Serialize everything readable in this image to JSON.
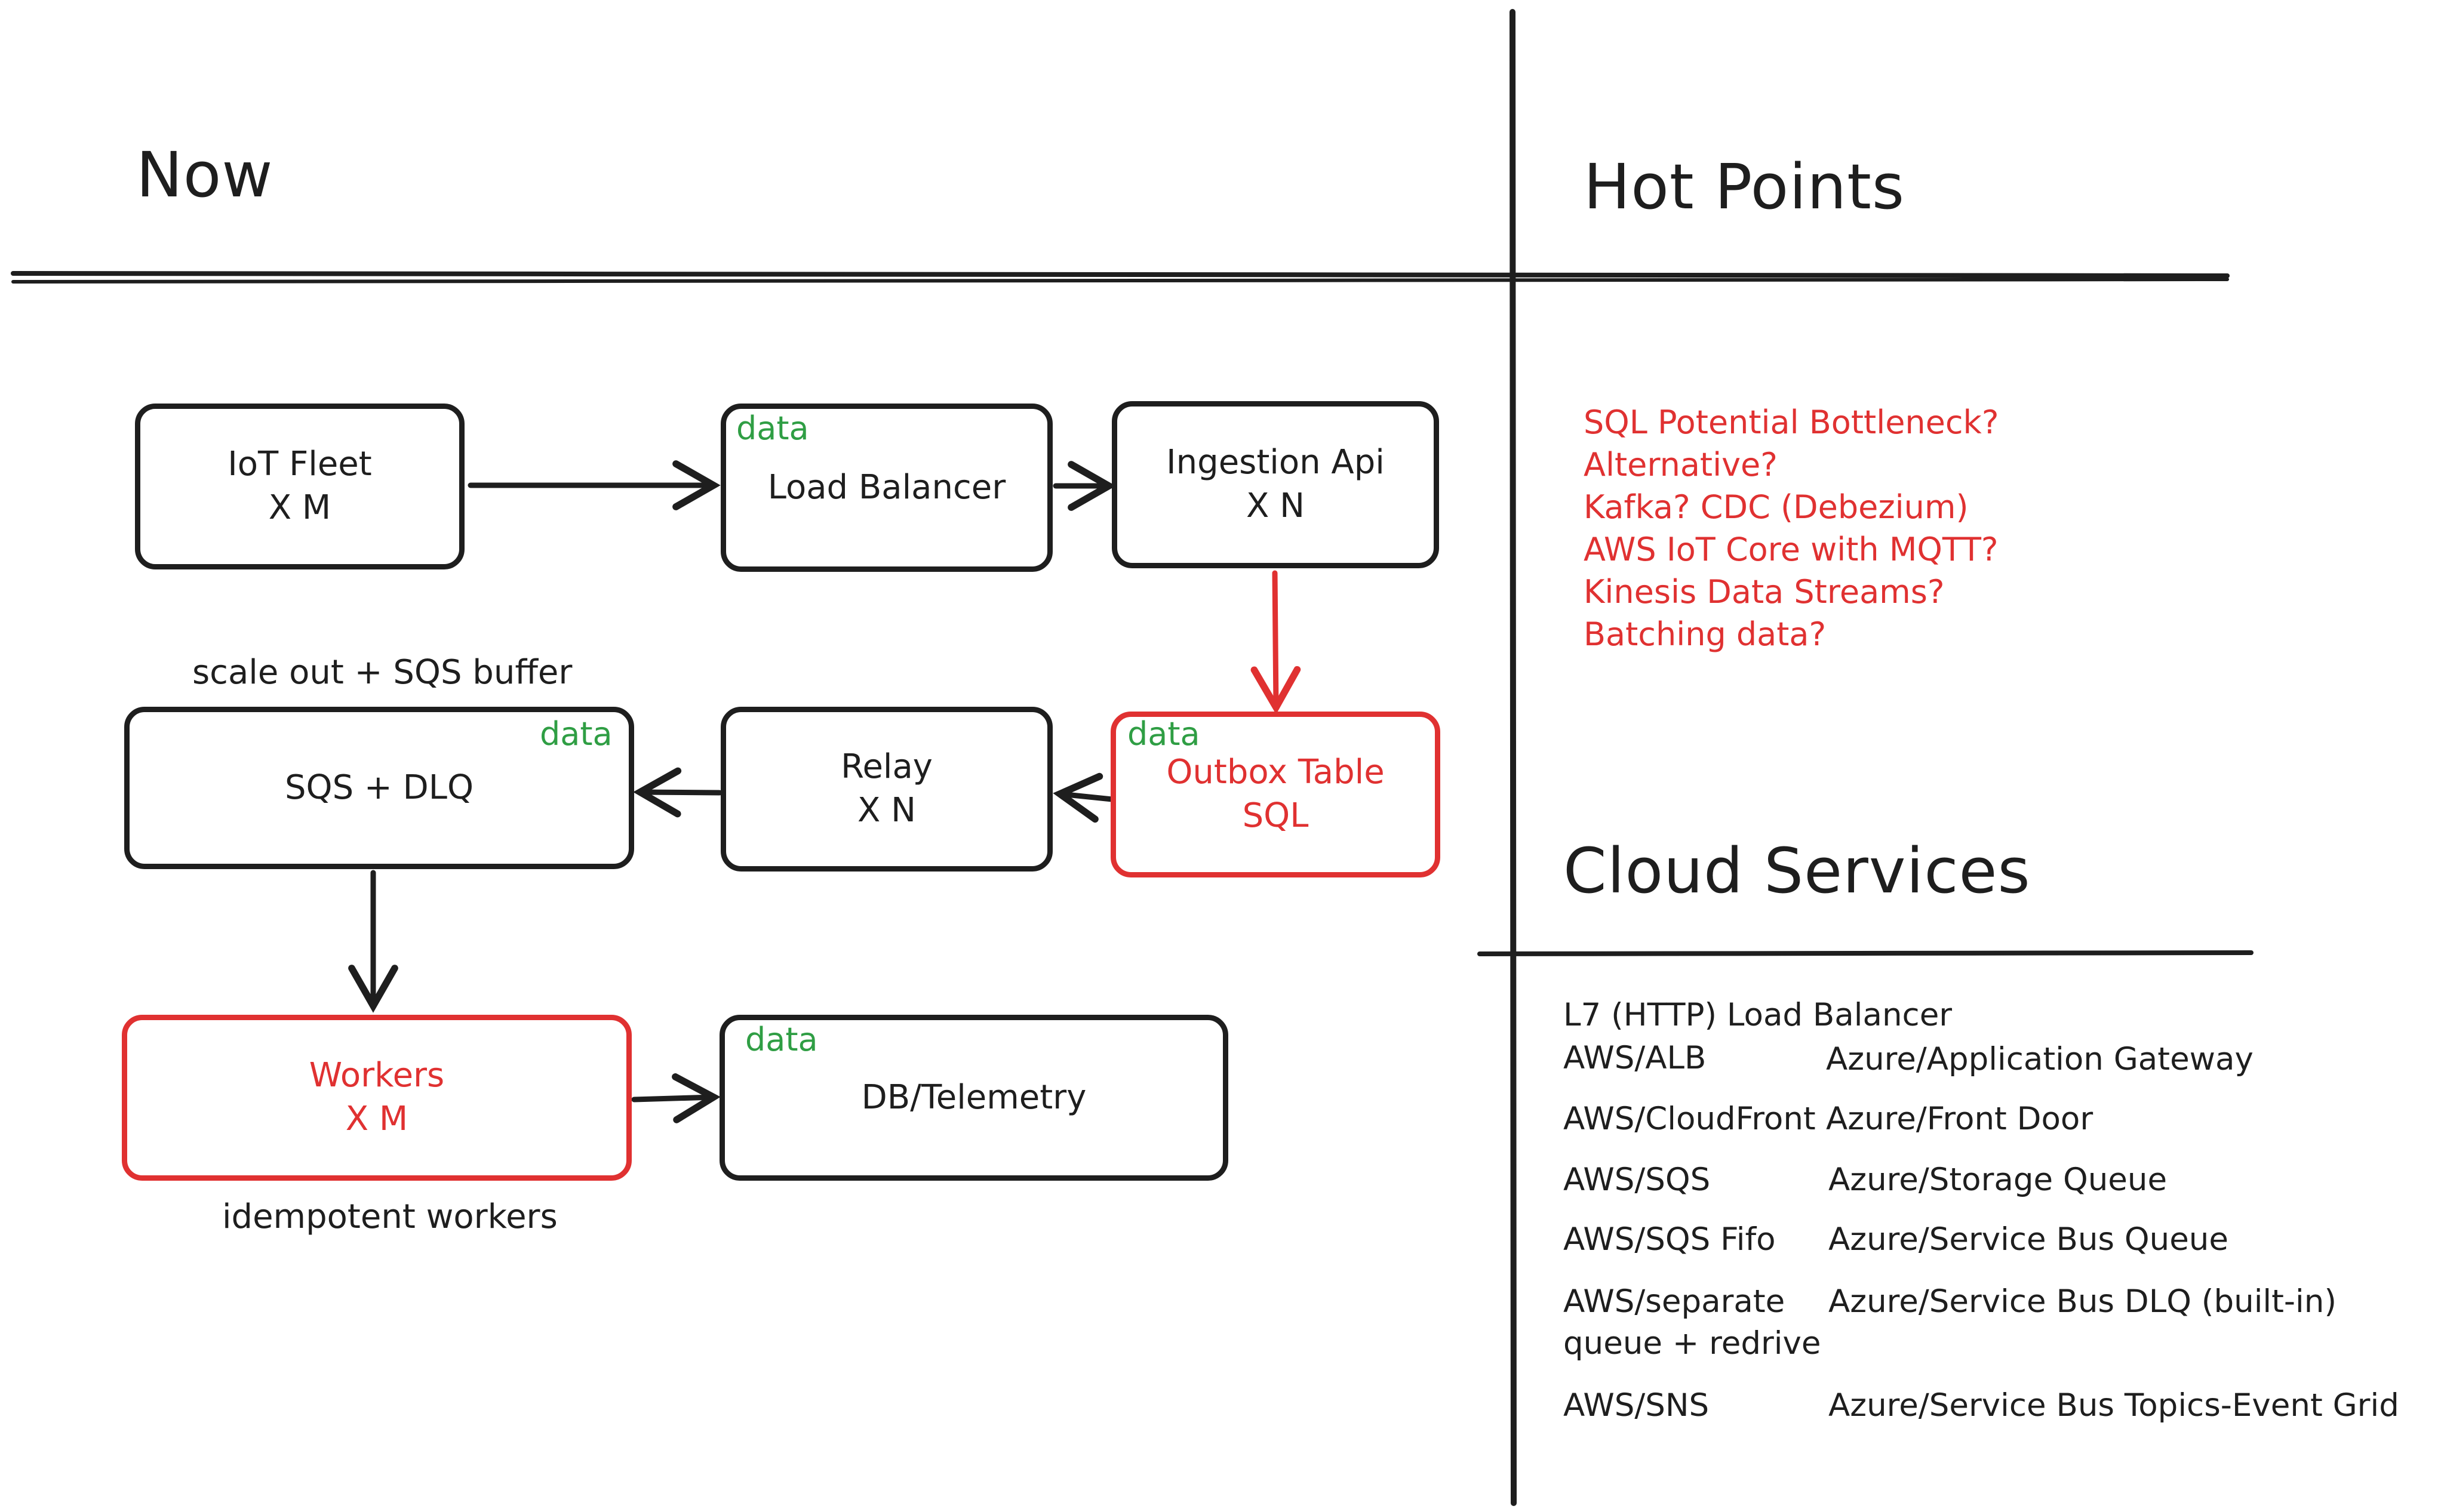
{
  "sections": {
    "now": "Now",
    "hot_points": "Hot Points",
    "cloud_services": "Cloud Services"
  },
  "nodes": {
    "iot_fleet": {
      "line1": "IoT Fleet",
      "line2": "X M"
    },
    "load_balancer": {
      "tag": "data",
      "line1": "Load Balancer"
    },
    "ingestion_api": {
      "line1": "Ingestion Api",
      "line2": "X N"
    },
    "sqs_dlq": {
      "tag": "data",
      "line1": "SQS + DLQ"
    },
    "relay": {
      "line1": "Relay",
      "line2": "X N"
    },
    "outbox": {
      "tag": "data",
      "line1": "Outbox Table",
      "line2": "SQL"
    },
    "workers": {
      "line1": "Workers",
      "line2": "X M"
    },
    "db": {
      "tag": "data",
      "line1": "DB/Telemetry"
    }
  },
  "notes": {
    "scale_out": "scale out + SQS buffer",
    "idempotent": "idempotent workers"
  },
  "hot_points": [
    "SQL Potential Bottleneck?",
    "Alternative?",
    "Kafka? CDC (Debezium)",
    "AWS IoT Core with MQTT?",
    "Kinesis Data Streams?",
    "Batching data?"
  ],
  "services": {
    "header": "L7 (HTTP) Load Balancer",
    "rows": [
      {
        "aws": "AWS/ALB",
        "azure": "Azure/Application Gateway"
      },
      {
        "aws": "AWS/CloudFront",
        "azure": "Azure/Front Door"
      },
      {
        "aws": "AWS/SQS",
        "azure": "Azure/Storage Queue"
      },
      {
        "aws": "AWS/SQS Fifo",
        "azure": "Azure/Service Bus Queue"
      },
      {
        "aws": "AWS/separate",
        "aws2": "queue + redrive",
        "azure": "Azure/Service Bus DLQ (built-in)"
      },
      {
        "aws": "AWS/SNS",
        "azure": "Azure/Service Bus Topics-Event Grid"
      }
    ]
  },
  "colors": {
    "ink": "#1e1e1e",
    "highlight": "#e03131",
    "tag": "#2f9e44"
  }
}
